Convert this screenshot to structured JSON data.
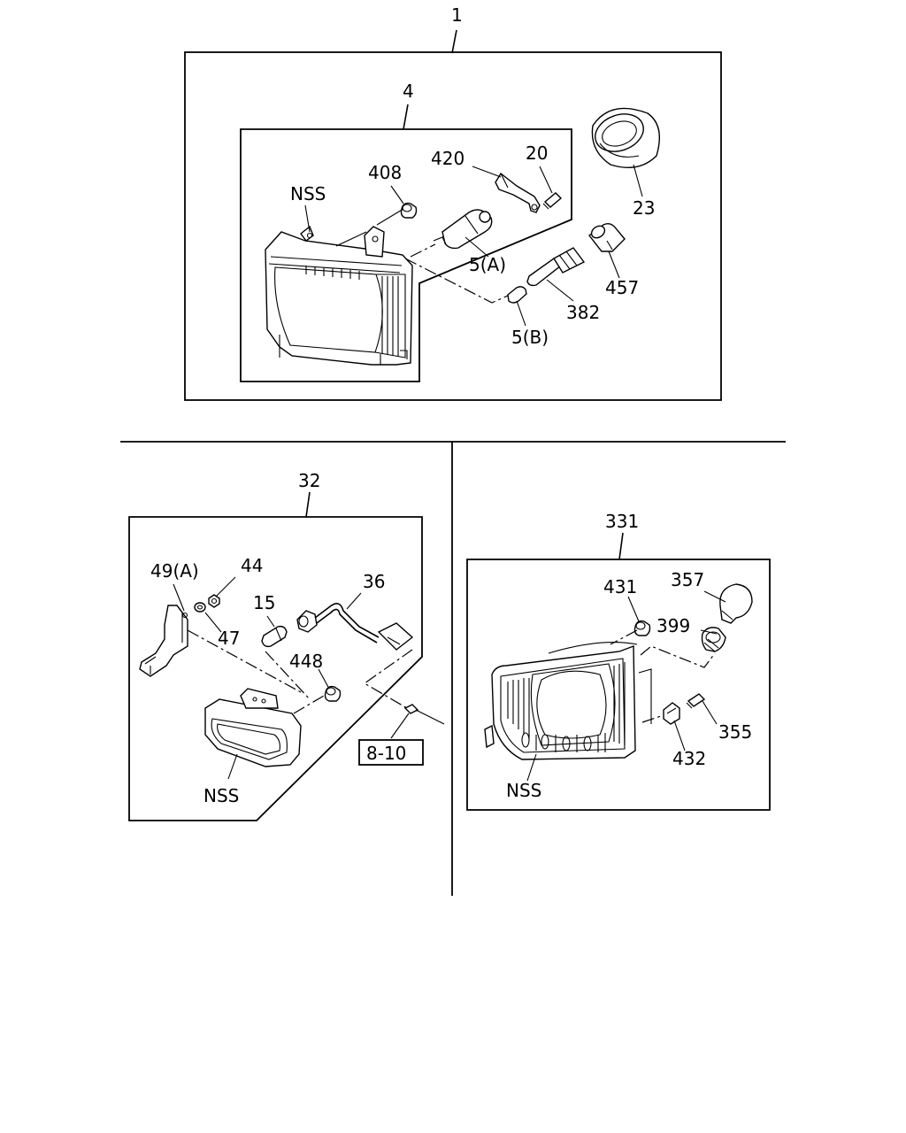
{
  "labels": {
    "callout_1": "1",
    "callout_4": "4",
    "callout_nss_top": "NSS",
    "callout_408": "408",
    "callout_420": "420",
    "callout_20": "20",
    "callout_23": "23",
    "callout_5a": "5(A)",
    "callout_5b": "5(B)",
    "callout_382": "382",
    "callout_457": "457",
    "callout_32": "32",
    "callout_49a": "49(A)",
    "callout_44": "44",
    "callout_47": "47",
    "callout_15": "15",
    "callout_36": "36",
    "callout_448": "448",
    "callout_ref_8_10": "8-10",
    "callout_nss_left": "NSS",
    "callout_331": "331",
    "callout_357": "357",
    "callout_431": "431",
    "callout_399": "399",
    "callout_355": "355",
    "callout_432": "432",
    "callout_nss_right": "NSS"
  }
}
